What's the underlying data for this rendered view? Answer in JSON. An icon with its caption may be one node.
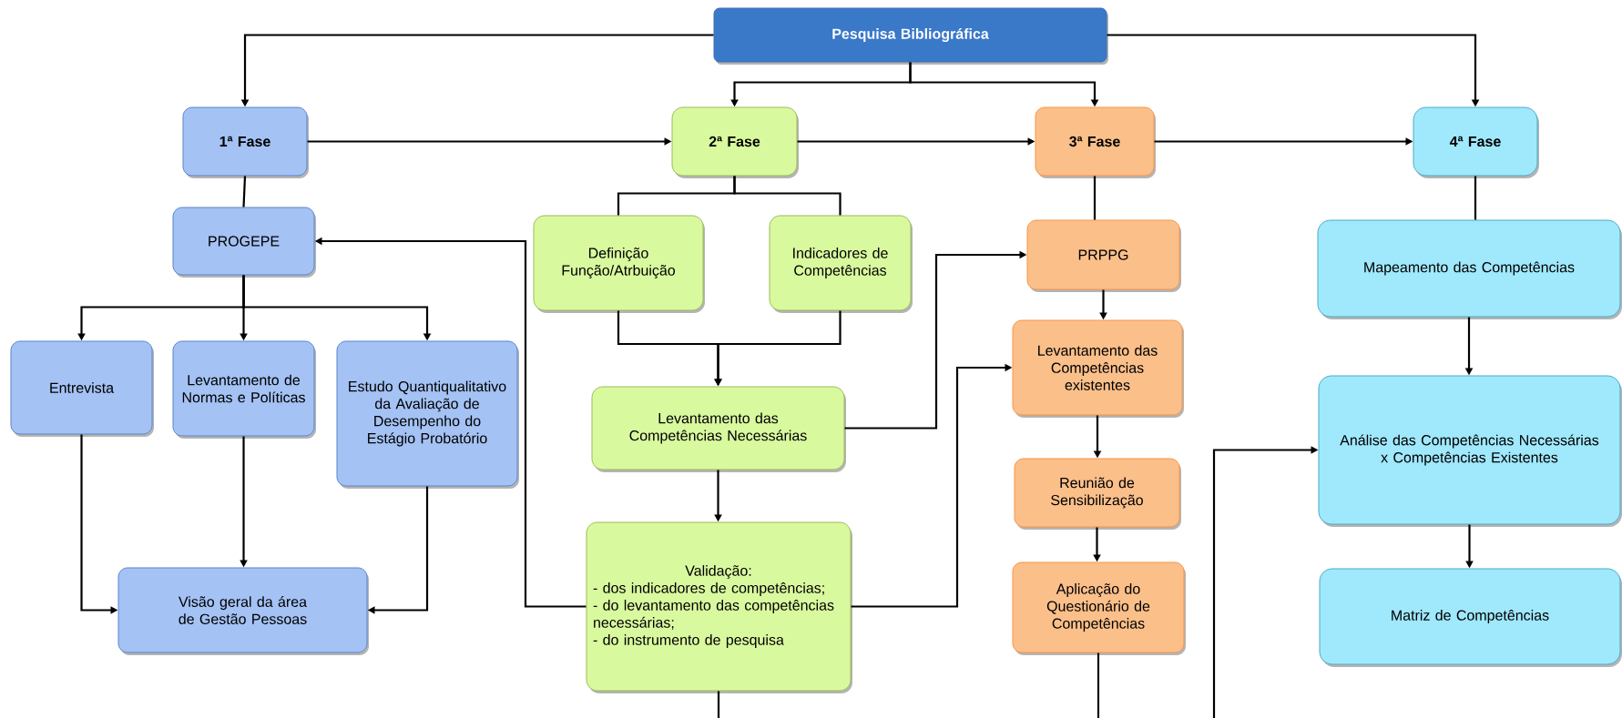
{
  "diagram": {
    "nodes": [
      {
        "text": [
          "Pesquisa Bibliográfica"
        ]
      },
      {
        "text": [
          "1ª Fase"
        ]
      },
      {
        "text": [
          "2ª Fase"
        ]
      },
      {
        "text": [
          "3ª Fase"
        ]
      },
      {
        "text": [
          "4ª Fase"
        ]
      },
      {
        "text": [
          "PROGEPE"
        ]
      },
      {
        "text": [
          "Definição Função/Atrbuição"
        ]
      },
      {
        "text": [
          "Indicadores de Competências"
        ]
      },
      {
        "text": [
          "PRPPG"
        ]
      },
      {
        "text": [
          "Mapeamento das Competências"
        ]
      },
      {
        "text": [
          "Entrevista"
        ]
      },
      {
        "text": [
          "Levantamento de Normas e Políticas"
        ]
      },
      {
        "text": [
          "Estudo Quantiqualitativo da Avaliação de Desempenho do Estágio Probatório"
        ]
      },
      {
        "text": [
          "Levantamento das Competências existentes"
        ]
      },
      {
        "text": [
          "Análise das Competências Necessárias x Competências Existentes"
        ]
      },
      {
        "text": [
          "Levantamento das Competências Necessárias"
        ]
      },
      {
        "text": [
          "Reunião de Sensibilização"
        ]
      },
      {
        "text": [
          "Validação:",
          "- dos indicadores de competências;",
          "- do levantamento das competências necessárias;",
          "- do instrumento de pesquisa"
        ]
      },
      {
        "text": [
          "Visão geral da área de Gestão Pessoas"
        ]
      },
      {
        "text": [
          "Aplicação do Questionário de Competências"
        ]
      },
      {
        "text": [
          "Matriz de Competências"
        ]
      }
    ],
    "edges": [
      {
        "from": 0,
        "to": 1,
        "arrow": "to"
      },
      {
        "from": 0,
        "to": 2,
        "arrow": "to"
      },
      {
        "from": 0,
        "to": 3,
        "arrow": "to"
      },
      {
        "from": 0,
        "to": 4,
        "arrow": "to"
      },
      {
        "from": 1,
        "to": 2,
        "arrow": "to"
      },
      {
        "from": 2,
        "to": 3,
        "arrow": "to"
      },
      {
        "from": 3,
        "to": 4,
        "arrow": "to"
      },
      {
        "from": 1,
        "to": 5,
        "arrow": "none"
      },
      {
        "from": 5,
        "to": 10,
        "arrow": "to"
      },
      {
        "from": 5,
        "to": 11,
        "arrow": "to"
      },
      {
        "from": 5,
        "to": 12,
        "arrow": "to"
      },
      {
        "from": 10,
        "to": 18,
        "arrow": "to"
      },
      {
        "from": 11,
        "to": 18,
        "arrow": "to"
      },
      {
        "from": 12,
        "to": 18,
        "arrow": "to"
      },
      {
        "from": 2,
        "to": 6,
        "arrow": "none"
      },
      {
        "from": 2,
        "to": 7,
        "arrow": "none"
      },
      {
        "from": 6,
        "to": 15,
        "arrow": "to"
      },
      {
        "from": 7,
        "to": 15,
        "arrow": "to"
      },
      {
        "from": 15,
        "to": 17,
        "arrow": "to"
      },
      {
        "from": 17,
        "to": 5,
        "arrow": "to"
      },
      {
        "from": 15,
        "to": 8,
        "arrow": "to"
      },
      {
        "from": 17,
        "to": 13,
        "arrow": "to"
      },
      {
        "from": 3,
        "to": 8,
        "arrow": "none"
      },
      {
        "from": 8,
        "to": 13,
        "arrow": "to"
      },
      {
        "from": 13,
        "to": 16,
        "arrow": "to"
      },
      {
        "from": 16,
        "to": 19,
        "arrow": "to"
      },
      {
        "from": 19,
        "to": null,
        "arrow": "none"
      },
      {
        "from": 17,
        "to": null,
        "arrow": "none"
      },
      {
        "from": null,
        "to": 14,
        "arrow": "to"
      },
      {
        "from": 4,
        "to": 9,
        "arrow": "none"
      },
      {
        "from": 9,
        "to": 14,
        "arrow": "to"
      },
      {
        "from": 14,
        "to": 20,
        "arrow": "to"
      }
    ]
  }
}
